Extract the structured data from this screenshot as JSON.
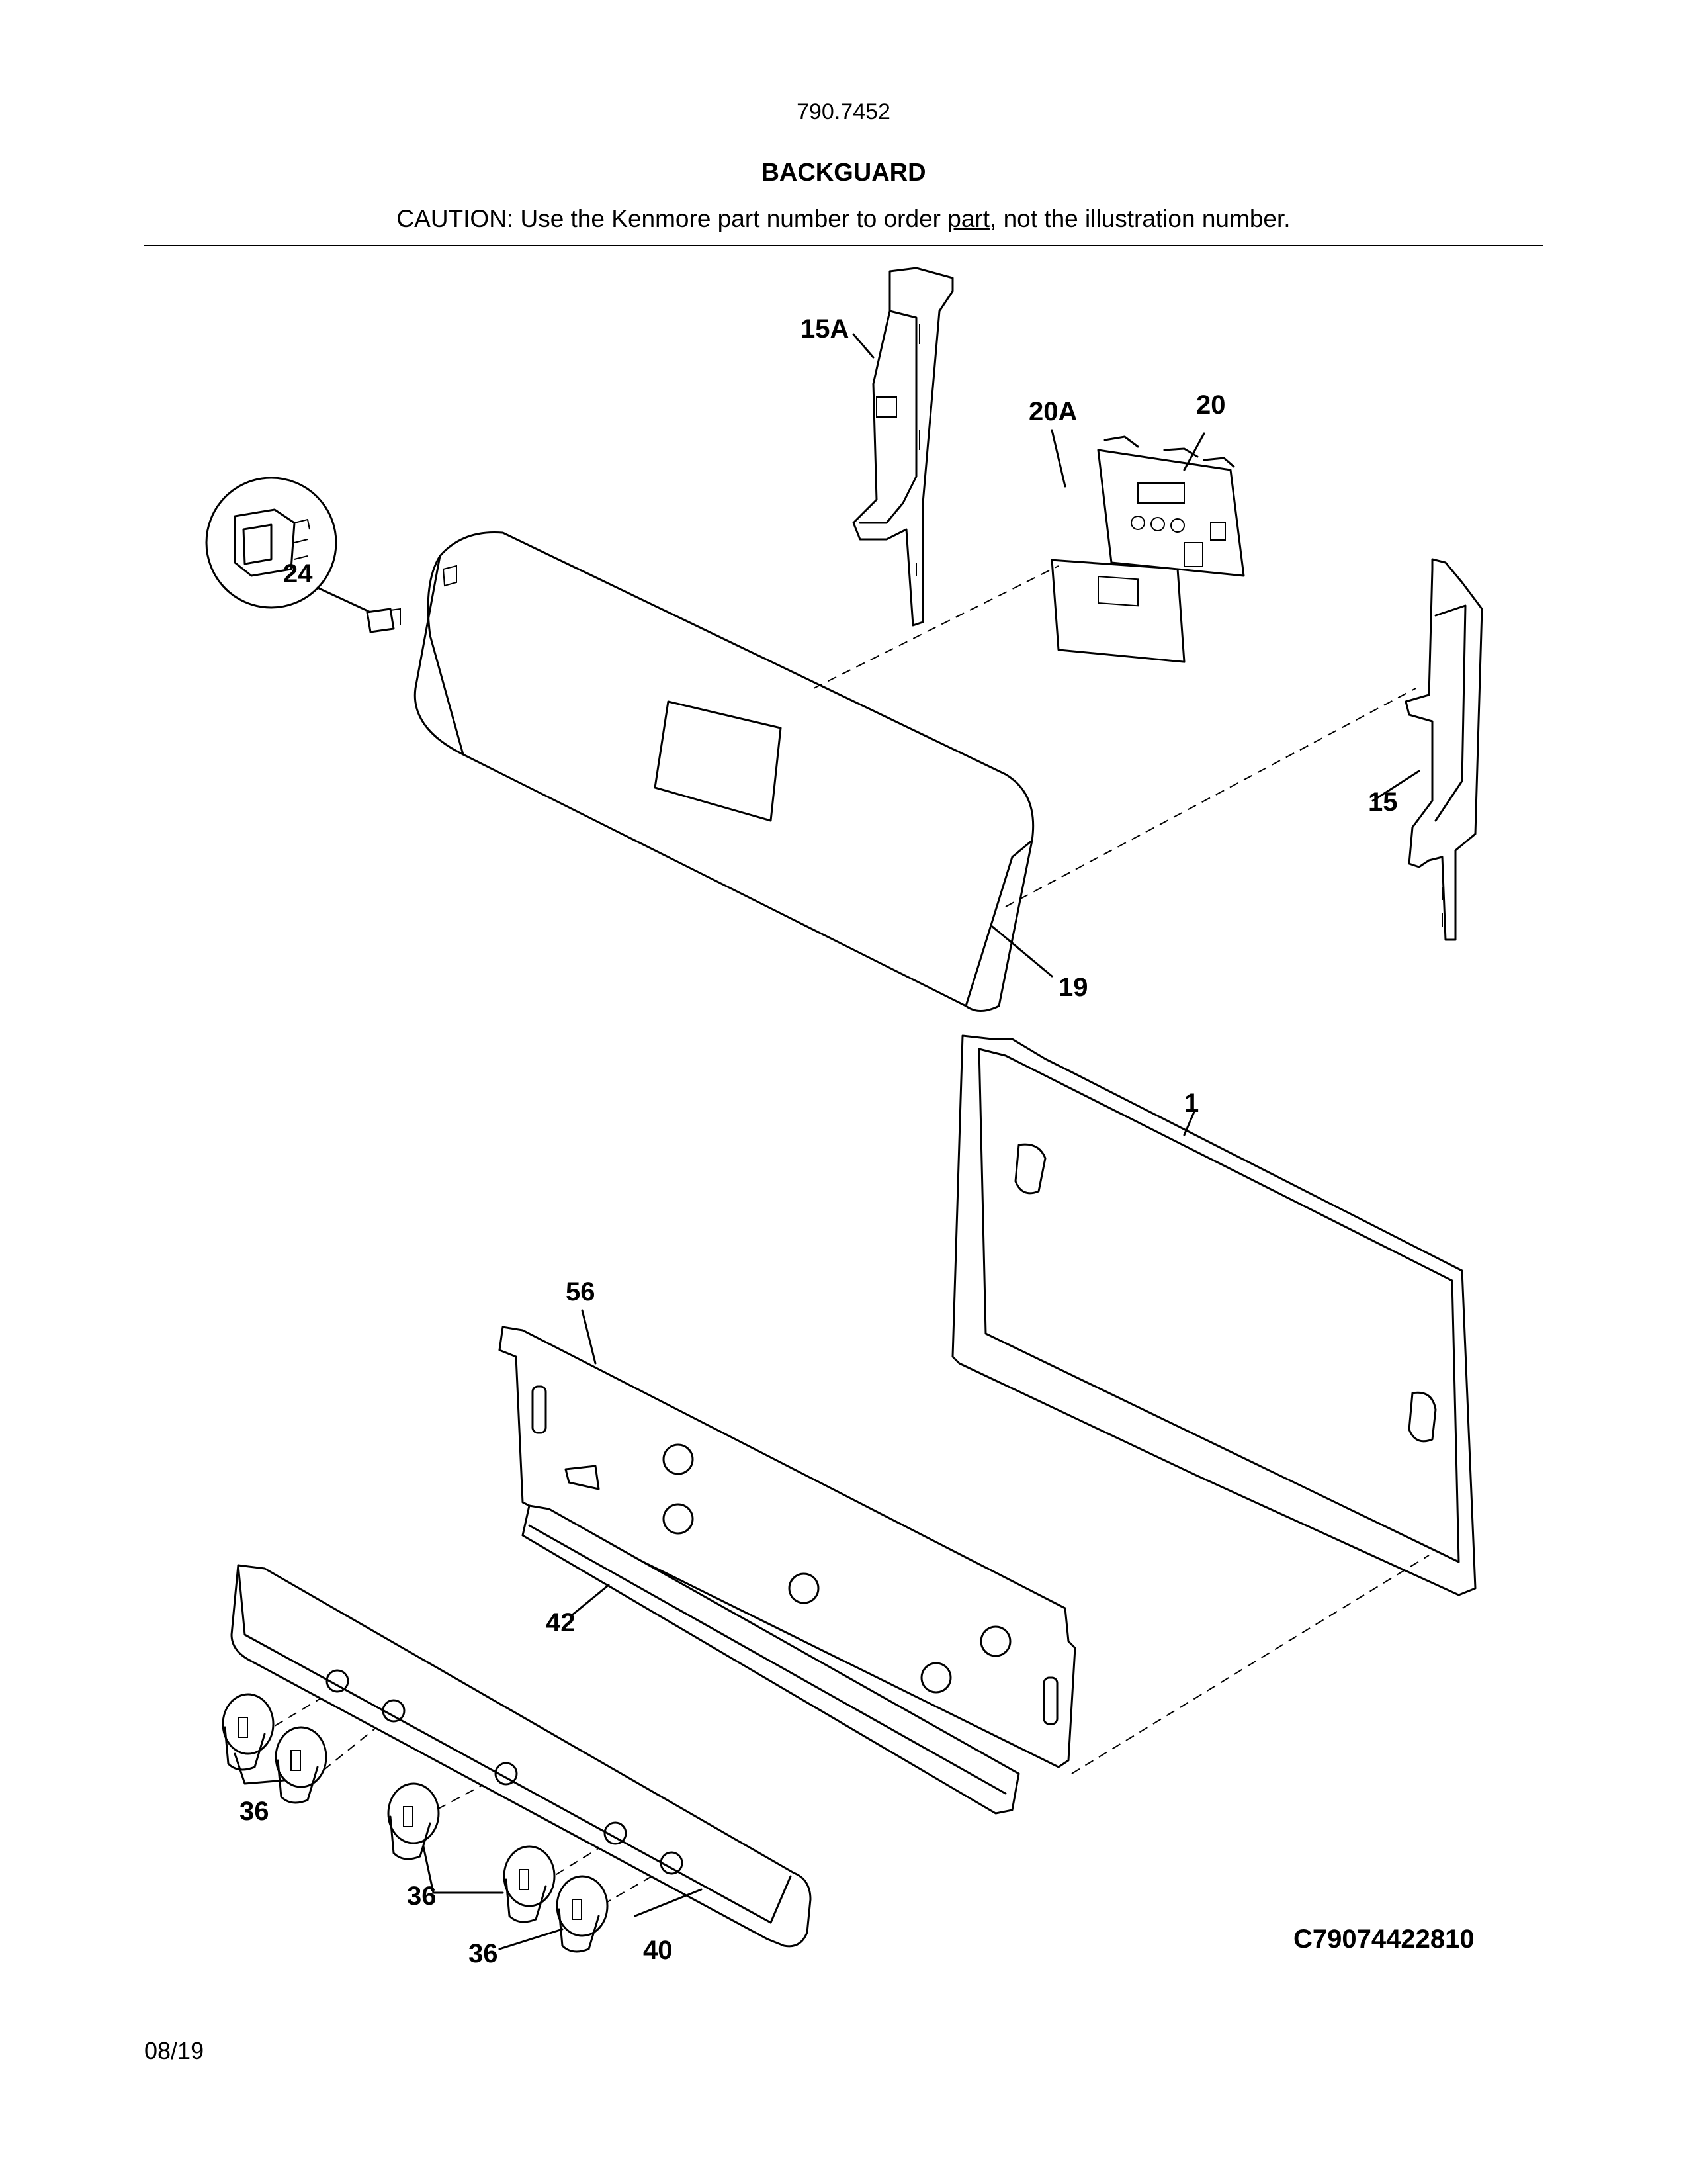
{
  "header": {
    "model_number": "790.7452",
    "title": "BACKGUARD",
    "caution_prefix": "CAUTION: Use the Kenmore part number to order ",
    "caution_underlined": "part",
    "caution_suffix": ", not the illustration number."
  },
  "callouts": {
    "c15A": "15A",
    "c20A": "20A",
    "c20": "20",
    "c24": "24",
    "c15": "15",
    "c19": "19",
    "c1": "1",
    "c56": "56",
    "c42": "42",
    "c36a": "36",
    "c36b": "36",
    "c36c": "36",
    "c40": "40"
  },
  "footer": {
    "diagram_code": "C79074422810",
    "date": "08/19"
  }
}
